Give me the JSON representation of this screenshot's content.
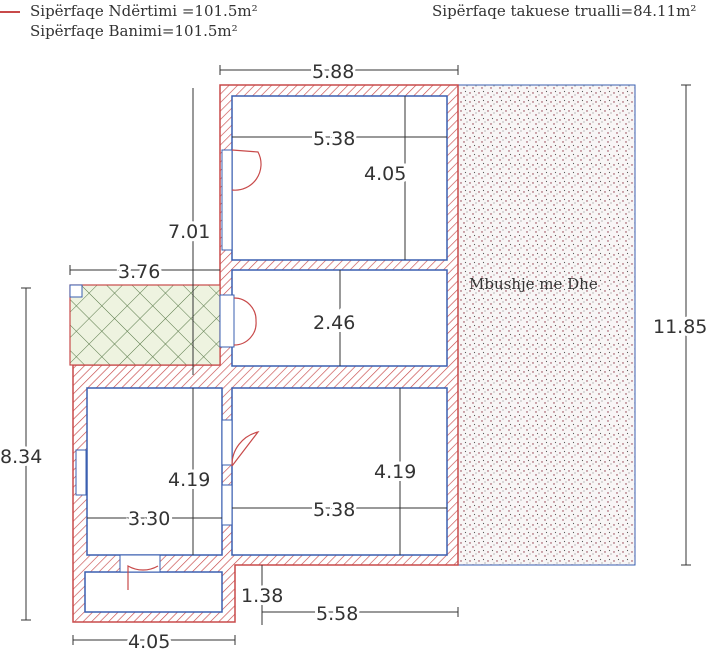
{
  "header": {
    "building_area": "Sipërfaqe Ndërtimi =101.5m²",
    "living_area": "Sipërfaqe Banimi=101.5m²",
    "land_area": "Sipërfaqe takuese trualli=84.11m²"
  },
  "fill_label": "Mbushje me Dhe",
  "dimensions": {
    "top_width": "5.88",
    "room1_width": "5.38",
    "room1_height": "4.05",
    "upper_height": "7.01",
    "terrace_width": "3.76",
    "room2_height": "2.46",
    "total_right_height": "11.85",
    "left_height": "8.34",
    "room3_height": "4.19",
    "room4_height": "4.19",
    "room3_width": "3.30",
    "room4_width": "5.38",
    "step_height": "1.38",
    "bottom_right_width": "5.58",
    "bottom_left_width": "4.05"
  },
  "colors": {
    "wall": "#c84a4a",
    "inner": "#3a5fb0",
    "terrace": "#5a7a4a",
    "fill_dots": "#8a3040"
  }
}
